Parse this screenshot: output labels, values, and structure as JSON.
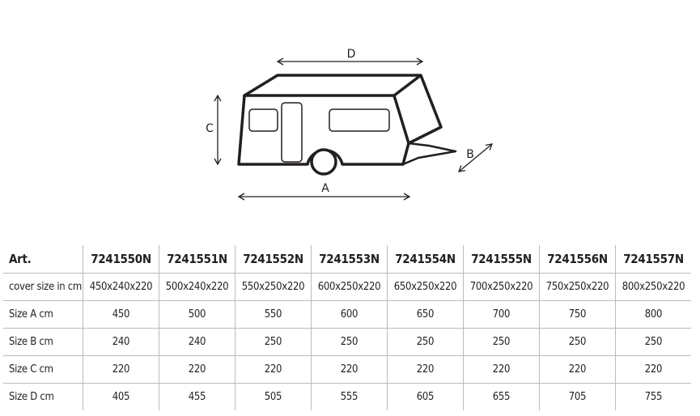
{
  "diagram": {
    "labels": {
      "a": "A",
      "b": "B",
      "c": "C",
      "d": "D"
    },
    "stroke_color": "#231f20"
  },
  "table": {
    "header": {
      "label": "Art.",
      "articles": [
        "7241550N",
        "7241551N",
        "7241552N",
        "7241553N",
        "7241554N",
        "7241555N",
        "7241556N",
        "7241557N"
      ]
    },
    "rows": [
      {
        "label": "cover size in cm",
        "values": [
          "450x240x220",
          "500x240x220",
          "550x250x220",
          "600x250x220",
          "650x250x220",
          "700x250x220",
          "750x250x220",
          "800x250x220"
        ]
      },
      {
        "label": "Size A cm",
        "values": [
          "450",
          "500",
          "550",
          "600",
          "650",
          "700",
          "750",
          "800"
        ]
      },
      {
        "label": "Size B cm",
        "values": [
          "240",
          "240",
          "250",
          "250",
          "250",
          "250",
          "250",
          "250"
        ]
      },
      {
        "label": "Size C cm",
        "values": [
          "220",
          "220",
          "220",
          "220",
          "220",
          "220",
          "220",
          "220"
        ]
      },
      {
        "label": "Size D cm",
        "values": [
          "405",
          "455",
          "505",
          "555",
          "605",
          "655",
          "705",
          "755"
        ]
      }
    ]
  }
}
